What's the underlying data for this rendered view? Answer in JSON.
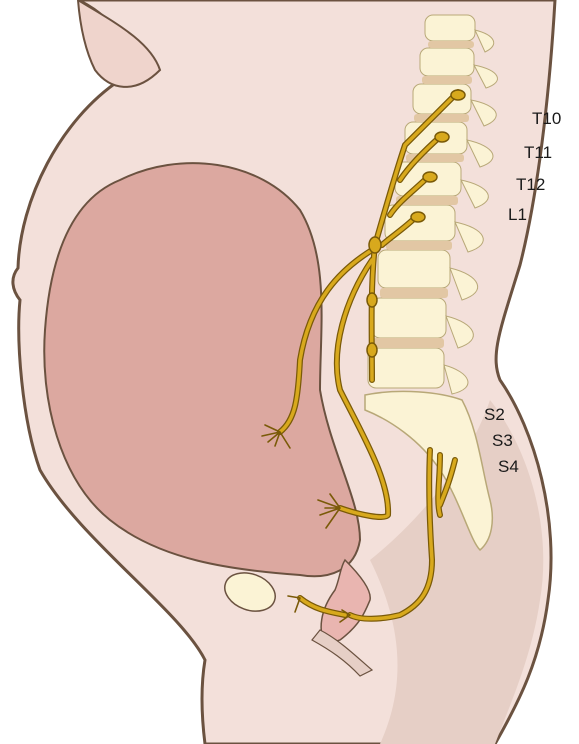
{
  "labels": {
    "thoracic": [
      "T10",
      "T11",
      "T12",
      "L1"
    ],
    "sacral": [
      "S2",
      "S3",
      "S4"
    ]
  },
  "colors": {
    "skin": "#f3e0da",
    "skin_shadow": "#e6cfc6",
    "outline": "#6b5240",
    "uterus": "#dca8a0",
    "cervix": "#e9b5b0",
    "bone": "#fbf3d5",
    "bone_outline": "#b8a878",
    "disc": "#e2c7a4",
    "nerve": "#d8a91d",
    "nerve_outline": "#7a5a08",
    "text": "#1a1a1a"
  },
  "icons": {
    "body": "sagittal-pregnant-torso",
    "spine": "lumbar-sacral-spine",
    "nerves": "labor-pain-pathways"
  }
}
